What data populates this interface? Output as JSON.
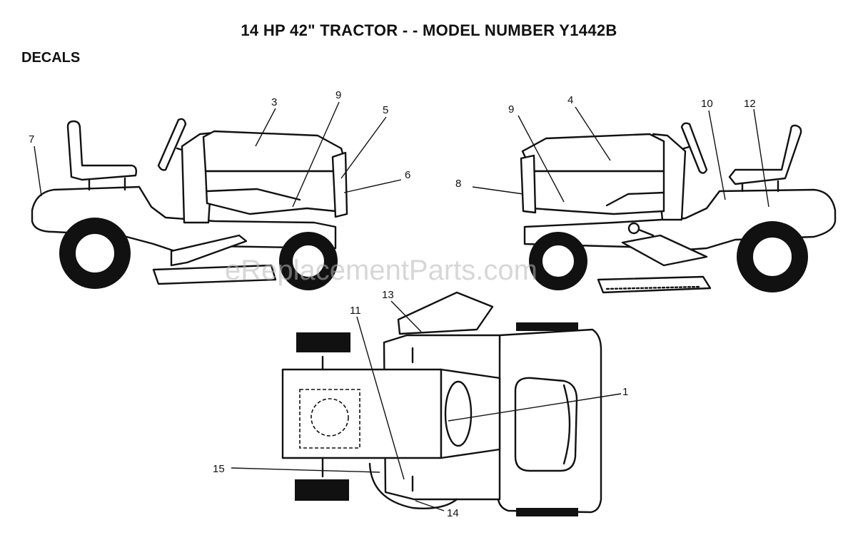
{
  "title": "14 HP 42\" TRACTOR - - MODEL NUMBER Y1442B",
  "section": "DECALS",
  "watermark": "eReplacementParts.com",
  "callouts": [
    {
      "id": "c1",
      "label": "1"
    },
    {
      "id": "c3",
      "label": "3"
    },
    {
      "id": "c4",
      "label": "4"
    },
    {
      "id": "c5",
      "label": "5"
    },
    {
      "id": "c6",
      "label": "6"
    },
    {
      "id": "c7",
      "label": "7"
    },
    {
      "id": "c8",
      "label": "8"
    },
    {
      "id": "c9a",
      "label": "9"
    },
    {
      "id": "c9b",
      "label": "9"
    },
    {
      "id": "c10",
      "label": "10"
    },
    {
      "id": "c11",
      "label": "11"
    },
    {
      "id": "c12",
      "label": "12"
    },
    {
      "id": "c13",
      "label": "13"
    },
    {
      "id": "c14",
      "label": "14"
    },
    {
      "id": "c15",
      "label": "15"
    }
  ]
}
